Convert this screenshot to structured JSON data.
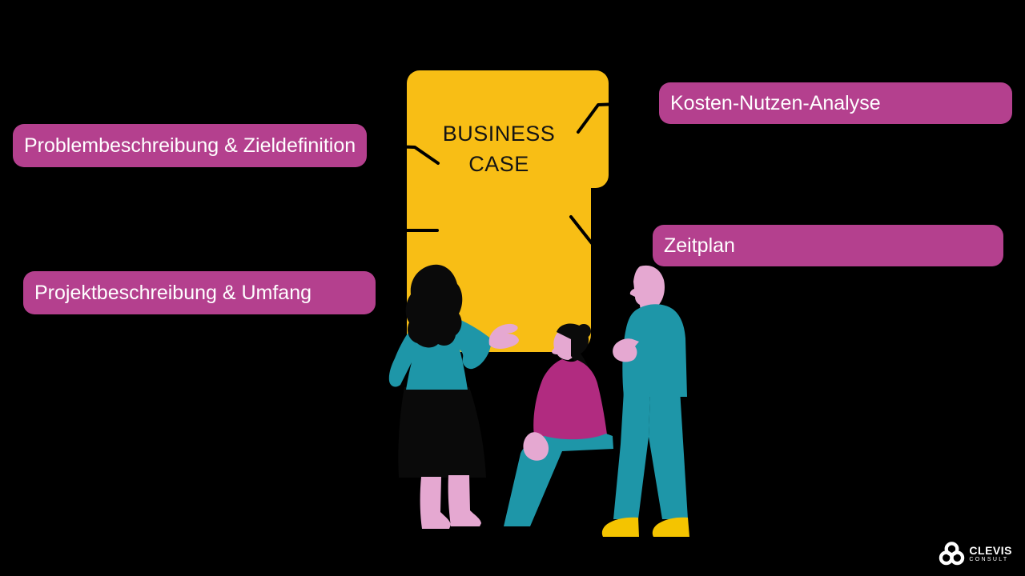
{
  "colors": {
    "background": "#000000",
    "yellow": "#F8BE15",
    "label": "#B4408E",
    "label_text": "#FFFFFF",
    "title_text": "#141414",
    "teal": "#1E96A8",
    "magenta": "#B12B80",
    "skin": "#E5A8D1",
    "shoe": "#F4C400",
    "hair": "#0A0A0A",
    "ink": "#000000",
    "logo_color": "#FFFFFF"
  },
  "center_box": {
    "title": "BUSINESS CASE"
  },
  "labels": [
    {
      "text": "Problembeschreibung & Zieldefinition",
      "position": "top-left"
    },
    {
      "text": "Kosten-Nutzen-Analyse",
      "position": "top-right"
    },
    {
      "text": "Projektbeschreibung & Umfang",
      "position": "bottom-left"
    },
    {
      "text": "Zeitplan",
      "position": "bottom-right"
    }
  ],
  "logo": {
    "name": "CLEVIS",
    "subtitle": "CONSULT"
  }
}
